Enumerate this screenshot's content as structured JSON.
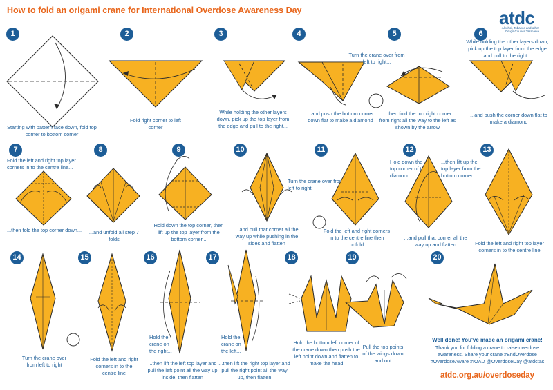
{
  "title": "How to fold an origami crane for International Overdose Awareness Day",
  "logo": {
    "word": "atdc",
    "sub": "Alcohol, Tobacco and other Drugs Council Tasmania"
  },
  "colors": {
    "paper": "#f7b122",
    "accent": "#e8661c",
    "navy": "#1d5d97",
    "line": "#2b2b2b"
  },
  "steps": [
    {
      "n": "1",
      "text": "Starting with pattern face down, fold top corner to bottom corner"
    },
    {
      "n": "2",
      "text": "Fold right corner to left corner"
    },
    {
      "n": "3",
      "text": "While holding the other layers down, pick up the top layer from the edge and pull to the right..."
    },
    {
      "n": "4",
      "text": "...and push the bottom corner down flat to make a diamond"
    },
    {
      "n": "5",
      "text": "Turn the crane over from left to right...",
      "text2": "...then fold the top right corner from right all the way to the left as shown by the arrow"
    },
    {
      "n": "6",
      "text": "While holding the other layers down, pick up the top layer from the edge and pull to the right...",
      "text2": "...and push the corner down flat to make a diamond"
    },
    {
      "n": "7",
      "text": "Fold the left and right top layer corners in to the centre line...",
      "text2": "...then fold the top corner down..."
    },
    {
      "n": "8",
      "text": "...and unfold all step 7 folds"
    },
    {
      "n": "9",
      "text": "Hold down the top corner, then lift up the top layer from the bottom corner..."
    },
    {
      "n": "10",
      "text": "...and pull that corner all the way up while pushing in the sides and flatten"
    },
    {
      "n": "11",
      "text": "Turn the crane over from left to right",
      "text2": "Fold the left and right corners in to the centre line then unfold"
    },
    {
      "n": "12",
      "text": "Hold down the top corner of the diamond...",
      "text2": "...then lift up the top layer from the bottom corner...",
      "text3": "...and pull that corner all the way up and flatten"
    },
    {
      "n": "13",
      "text": "Fold the left and right top layer corners in to the centre line"
    },
    {
      "n": "14",
      "text": "Turn the crane over from left to right"
    },
    {
      "n": "15",
      "text": "Fold the left and right corners in to the centre line"
    },
    {
      "n": "16",
      "text": "Hold the crane on the right...",
      "text2": "...then lift the left top layer and pull the left point all the way up inside, then flatten"
    },
    {
      "n": "17",
      "text": "Hold the crane on the left...",
      "text2": "...then lift the right top layer and pull the right point all the way up, then flatten"
    },
    {
      "n": "18",
      "text": "Hold the bottom left corner of the crane down then push the left point down and flatten to make the head"
    },
    {
      "n": "19",
      "text": "Pull the top points of the wings down and out"
    },
    {
      "n": "20",
      "text": ""
    }
  ],
  "final": {
    "headline": "Well done! You've made an origami crane!",
    "body": "Thank you for folding a crane to raise overdose awareness. Share your crane #EndOverdose #OverdoseAware #IOAD @OverdoseDay @atdctas",
    "url": "atdc.org.au/overdoseday"
  }
}
